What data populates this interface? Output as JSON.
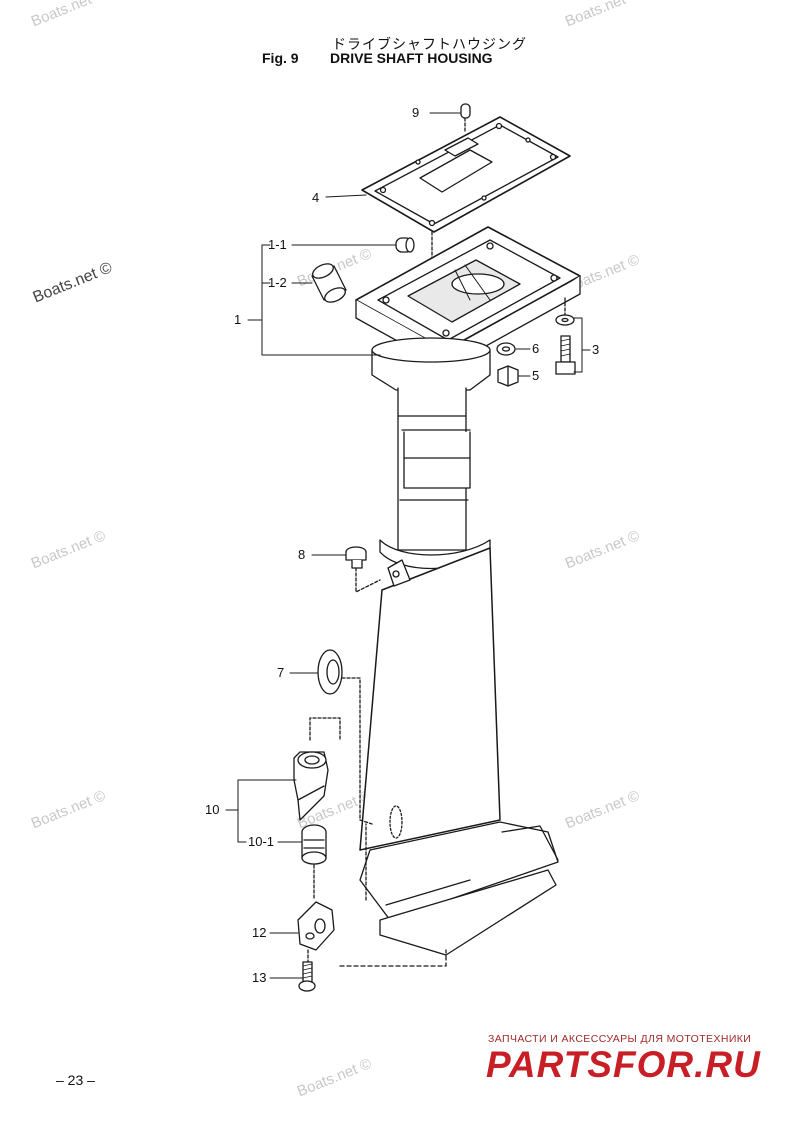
{
  "header": {
    "title_jp": "ドライブシャフトハウジング",
    "fig_label": "Fig. 9",
    "title_en": "DRIVE SHAFT HOUSING"
  },
  "watermark": {
    "text": "Boats.net ©"
  },
  "callouts": {
    "c9": "9",
    "c4": "4",
    "c1_1": "1-1",
    "c1_2": "1-2",
    "c1": "1",
    "c6": "6",
    "c3": "3",
    "c5": "5",
    "c8": "8",
    "c7": "7",
    "c10": "10",
    "c10_1": "10-1",
    "c12": "12",
    "c13": "13"
  },
  "footer": {
    "page_number": "– 23 –",
    "ad_tagline": "ЗАПЧАСТИ И АКСЕССУАРЫ ДЛЯ МОТОТЕХНИКИ",
    "ad_logo": "PARTSFOR.RU"
  },
  "colors": {
    "line": "#1a1a1a",
    "watermark": "#c8c8c8",
    "ad_red": "#c81f27"
  }
}
